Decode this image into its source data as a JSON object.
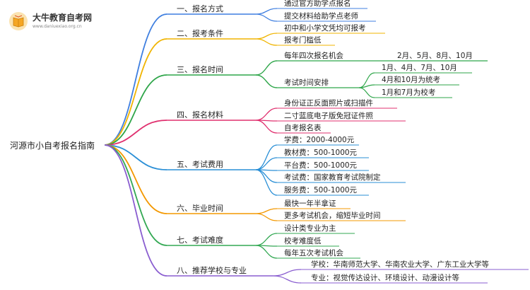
{
  "brand": {
    "name": "大牛教育自考网",
    "url": "www.daniuexiao.org.cn"
  },
  "colors": {
    "c1": "#3f7fe0",
    "c2": "#f0b400",
    "c3": "#2fa64a",
    "c4": "#e0306f",
    "c5": "#2a8fd6",
    "c6": "#f39800",
    "c7": "#33a853",
    "c8": "#8a5ed0"
  },
  "mindmap": {
    "root": "河源市小自考报名指南",
    "branches": [
      {
        "label": "一、报名方式",
        "color": "c1",
        "children": [
          {
            "label": "通过官方助学点报名"
          },
          {
            "label": "提交材料给助学点老师"
          }
        ]
      },
      {
        "label": "二、报考条件",
        "color": "c2",
        "children": [
          {
            "label": "初中和小学文凭均可报考"
          },
          {
            "label": "报考门槛低"
          }
        ]
      },
      {
        "label": "三、报名时间",
        "color": "c3",
        "children": [
          {
            "label": "每年四次报名机会",
            "children": [
              {
                "label": "2月、5月、8月、10月"
              }
            ]
          },
          {
            "label": "考试时间安排",
            "children": [
              {
                "label": "1月、4月、7月、10月"
              },
              {
                "label": "4月和10月为统考"
              },
              {
                "label": "1月和7月为校考"
              }
            ]
          }
        ]
      },
      {
        "label": "四、报名材料",
        "color": "c4",
        "children": [
          {
            "label": "身份证正反面照片或扫描件"
          },
          {
            "label": "二寸蓝底电子版免冠证件照"
          },
          {
            "label": "自考报名表"
          }
        ]
      },
      {
        "label": "五、考试费用",
        "color": "c5",
        "children": [
          {
            "label": "学费：2000-4000元"
          },
          {
            "label": "教材费：500-1000元"
          },
          {
            "label": "平台费：500-1000元"
          },
          {
            "label": "考试费：国家教育考试院制定"
          },
          {
            "label": "服务费：500-1000元"
          }
        ]
      },
      {
        "label": "六、毕业时间",
        "color": "c6",
        "children": [
          {
            "label": "最快一年半拿证"
          },
          {
            "label": "更多考试机会，缩短毕业时间"
          }
        ]
      },
      {
        "label": "七、考试难度",
        "color": "c7",
        "children": [
          {
            "label": "设计类专业为主"
          },
          {
            "label": "校考难度低"
          },
          {
            "label": "每年五次考试机会"
          }
        ]
      },
      {
        "label": "八、推荐学校与专业",
        "color": "c8",
        "children": [
          {
            "label": "学校：华南师范大学、华南农业大学、广东工业大学等"
          },
          {
            "label": "专业：视觉传达设计、环境设计、动漫设计等"
          }
        ]
      }
    ]
  }
}
